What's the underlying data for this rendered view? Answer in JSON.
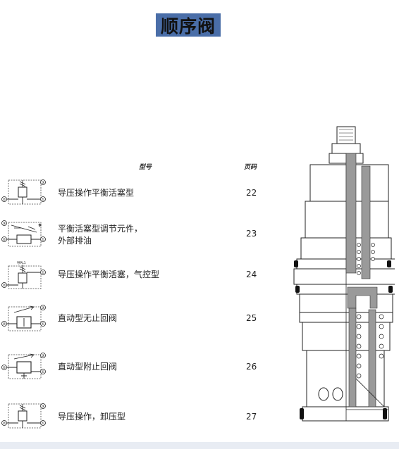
{
  "title": "顺序阀",
  "headers": {
    "model": "型号",
    "page": "页码"
  },
  "rows": [
    {
      "desc": [
        "导压操作平衡活塞型"
      ],
      "page": "22"
    },
    {
      "desc": [
        "平衡活塞型调节元件，",
        "外部排油"
      ],
      "page": "23"
    },
    {
      "desc": [
        "导压操作平衡活塞，气控型"
      ],
      "page": "24"
    },
    {
      "desc": [
        "直动型无止回阀"
      ],
      "page": "25"
    },
    {
      "desc": [
        "直动型附止回阀"
      ],
      "page": "26"
    },
    {
      "desc": [
        "导压操作，卸压型"
      ],
      "page": "27"
    }
  ],
  "symbols": {
    "port_labels": [
      "①",
      "②",
      "③"
    ],
    "pilot_label": "导PL1",
    "spring_mark": "❋"
  },
  "colors": {
    "title_bg": "#4a6ea8",
    "line": "#222222"
  }
}
